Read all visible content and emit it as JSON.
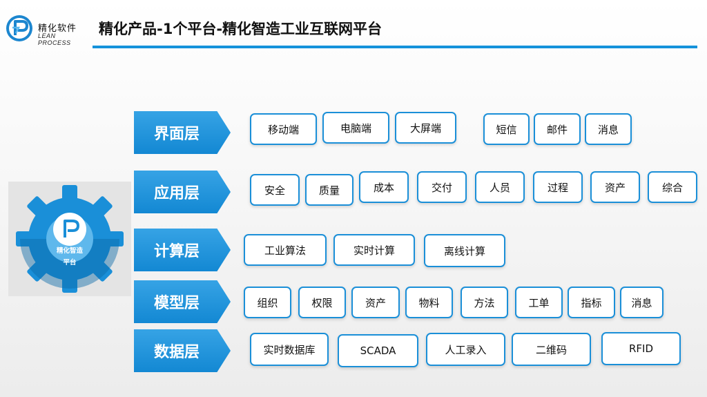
{
  "logo": {
    "cn": "精化软件",
    "en": "LEAN PROCESS",
    "icon": "lean-process-p-logo"
  },
  "title": "精化产品-1个平台-精化智造工业互联网平台",
  "gear": {
    "line1": "精化智造",
    "line2": "平台",
    "icon": "gear-icon"
  },
  "colors": {
    "accent": "#1592db",
    "arrow": "#1388d3",
    "chip_border": "#1a8fd8"
  },
  "layers": [
    {
      "label": "界面层",
      "items": [
        "移动端",
        "电脑端",
        "大屏端",
        "短信",
        "邮件",
        "消息"
      ]
    },
    {
      "label": "应用层",
      "items": [
        "安全",
        "质量",
        "成本",
        "交付",
        "人员",
        "过程",
        "资产",
        "综合"
      ]
    },
    {
      "label": "计算层",
      "items": [
        "工业算法",
        "实时计算",
        "离线计算"
      ]
    },
    {
      "label": "模型层",
      "items": [
        "组织",
        "权限",
        "资产",
        "物料",
        "方法",
        "工单",
        "指标",
        "消息"
      ]
    },
    {
      "label": "数据层",
      "items": [
        "实时数据库",
        "SCADA",
        "人工录入",
        "二维码",
        "RFID"
      ]
    }
  ]
}
